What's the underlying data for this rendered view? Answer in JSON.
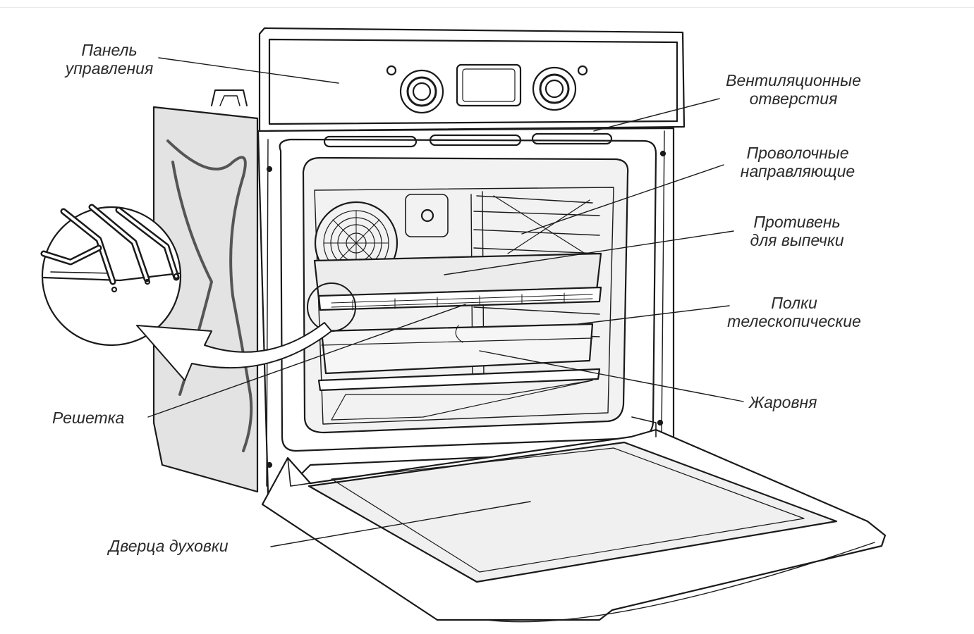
{
  "labels": {
    "control_panel": [
      "Панель",
      "управления"
    ],
    "vent_holes": [
      "Вентиляционные",
      "отверстия"
    ],
    "wire_guides": [
      "Проволочные",
      "направляющие"
    ],
    "baking_tray": [
      "Противень",
      "для выпечки"
    ],
    "telescopic_shelves": [
      "Полки",
      "телескопические"
    ],
    "grill_pan": "Жаровня",
    "grid": "Решетка",
    "oven_door": "Дверца духовки"
  },
  "colors": {
    "line": "#1a1a1a",
    "panel_fill": "#ffffff",
    "side_fill": "#e3e3e3",
    "cavity_fill": "#f2f2f2",
    "tray_fill": "#ececec",
    "door_glass": "#f0f0f0",
    "text": "#2a2a2a"
  }
}
